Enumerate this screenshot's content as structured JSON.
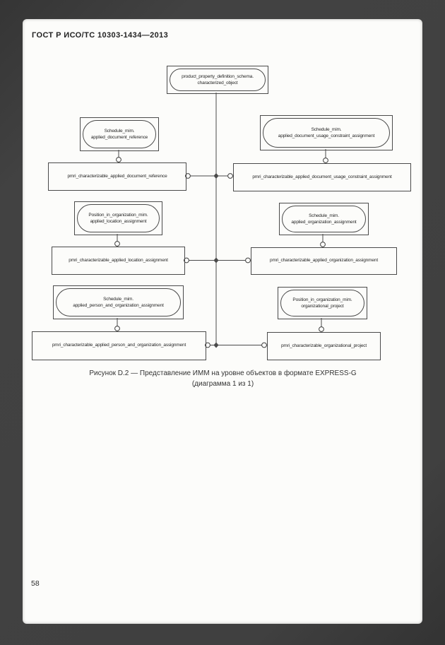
{
  "header": {
    "title": "ГОСТ Р ИСО/ТС 10303-1434—2013"
  },
  "diagram": {
    "root": {
      "schema": "product_property_definition_schema.",
      "entity": "characterized_object"
    },
    "references": [
      {
        "schema": "Schedule_mim.",
        "entity": "applied_document_reference"
      },
      {
        "schema": "Schedule_mim.",
        "entity": "applied_document_usage_constraint_assignment"
      },
      {
        "schema": "Position_in_organization_mim.",
        "entity": "applied_location_assignment"
      },
      {
        "schema": "Schedule_mim.",
        "entity": "applied_organization_assignment"
      },
      {
        "schema": "Schedule_mim.",
        "entity": "applied_person_and_organization_assignment"
      },
      {
        "schema": "Position_in_organization_mim.",
        "entity": "organizational_project"
      }
    ],
    "entities": [
      "pmri_characterizable_applied_document_reference",
      "pmri_characterizable_applied_document_usage_constraint_assignment",
      "pmri_characterizable_applied_location_assignment",
      "pmri_characterizable_applied_organization_assignment",
      "pmri_characterizable_applied_person_and_organization_assignment",
      "pmri_characterizable_organizational_project"
    ],
    "line_color": "#4a4a4a"
  },
  "caption": {
    "line1": "Рисунок D.2 — Представление ИММ на уровне объектов в формате EXPRESS-G",
    "line2": "(диаграмма 1 из 1)"
  },
  "footer": {
    "page_number": "58"
  }
}
